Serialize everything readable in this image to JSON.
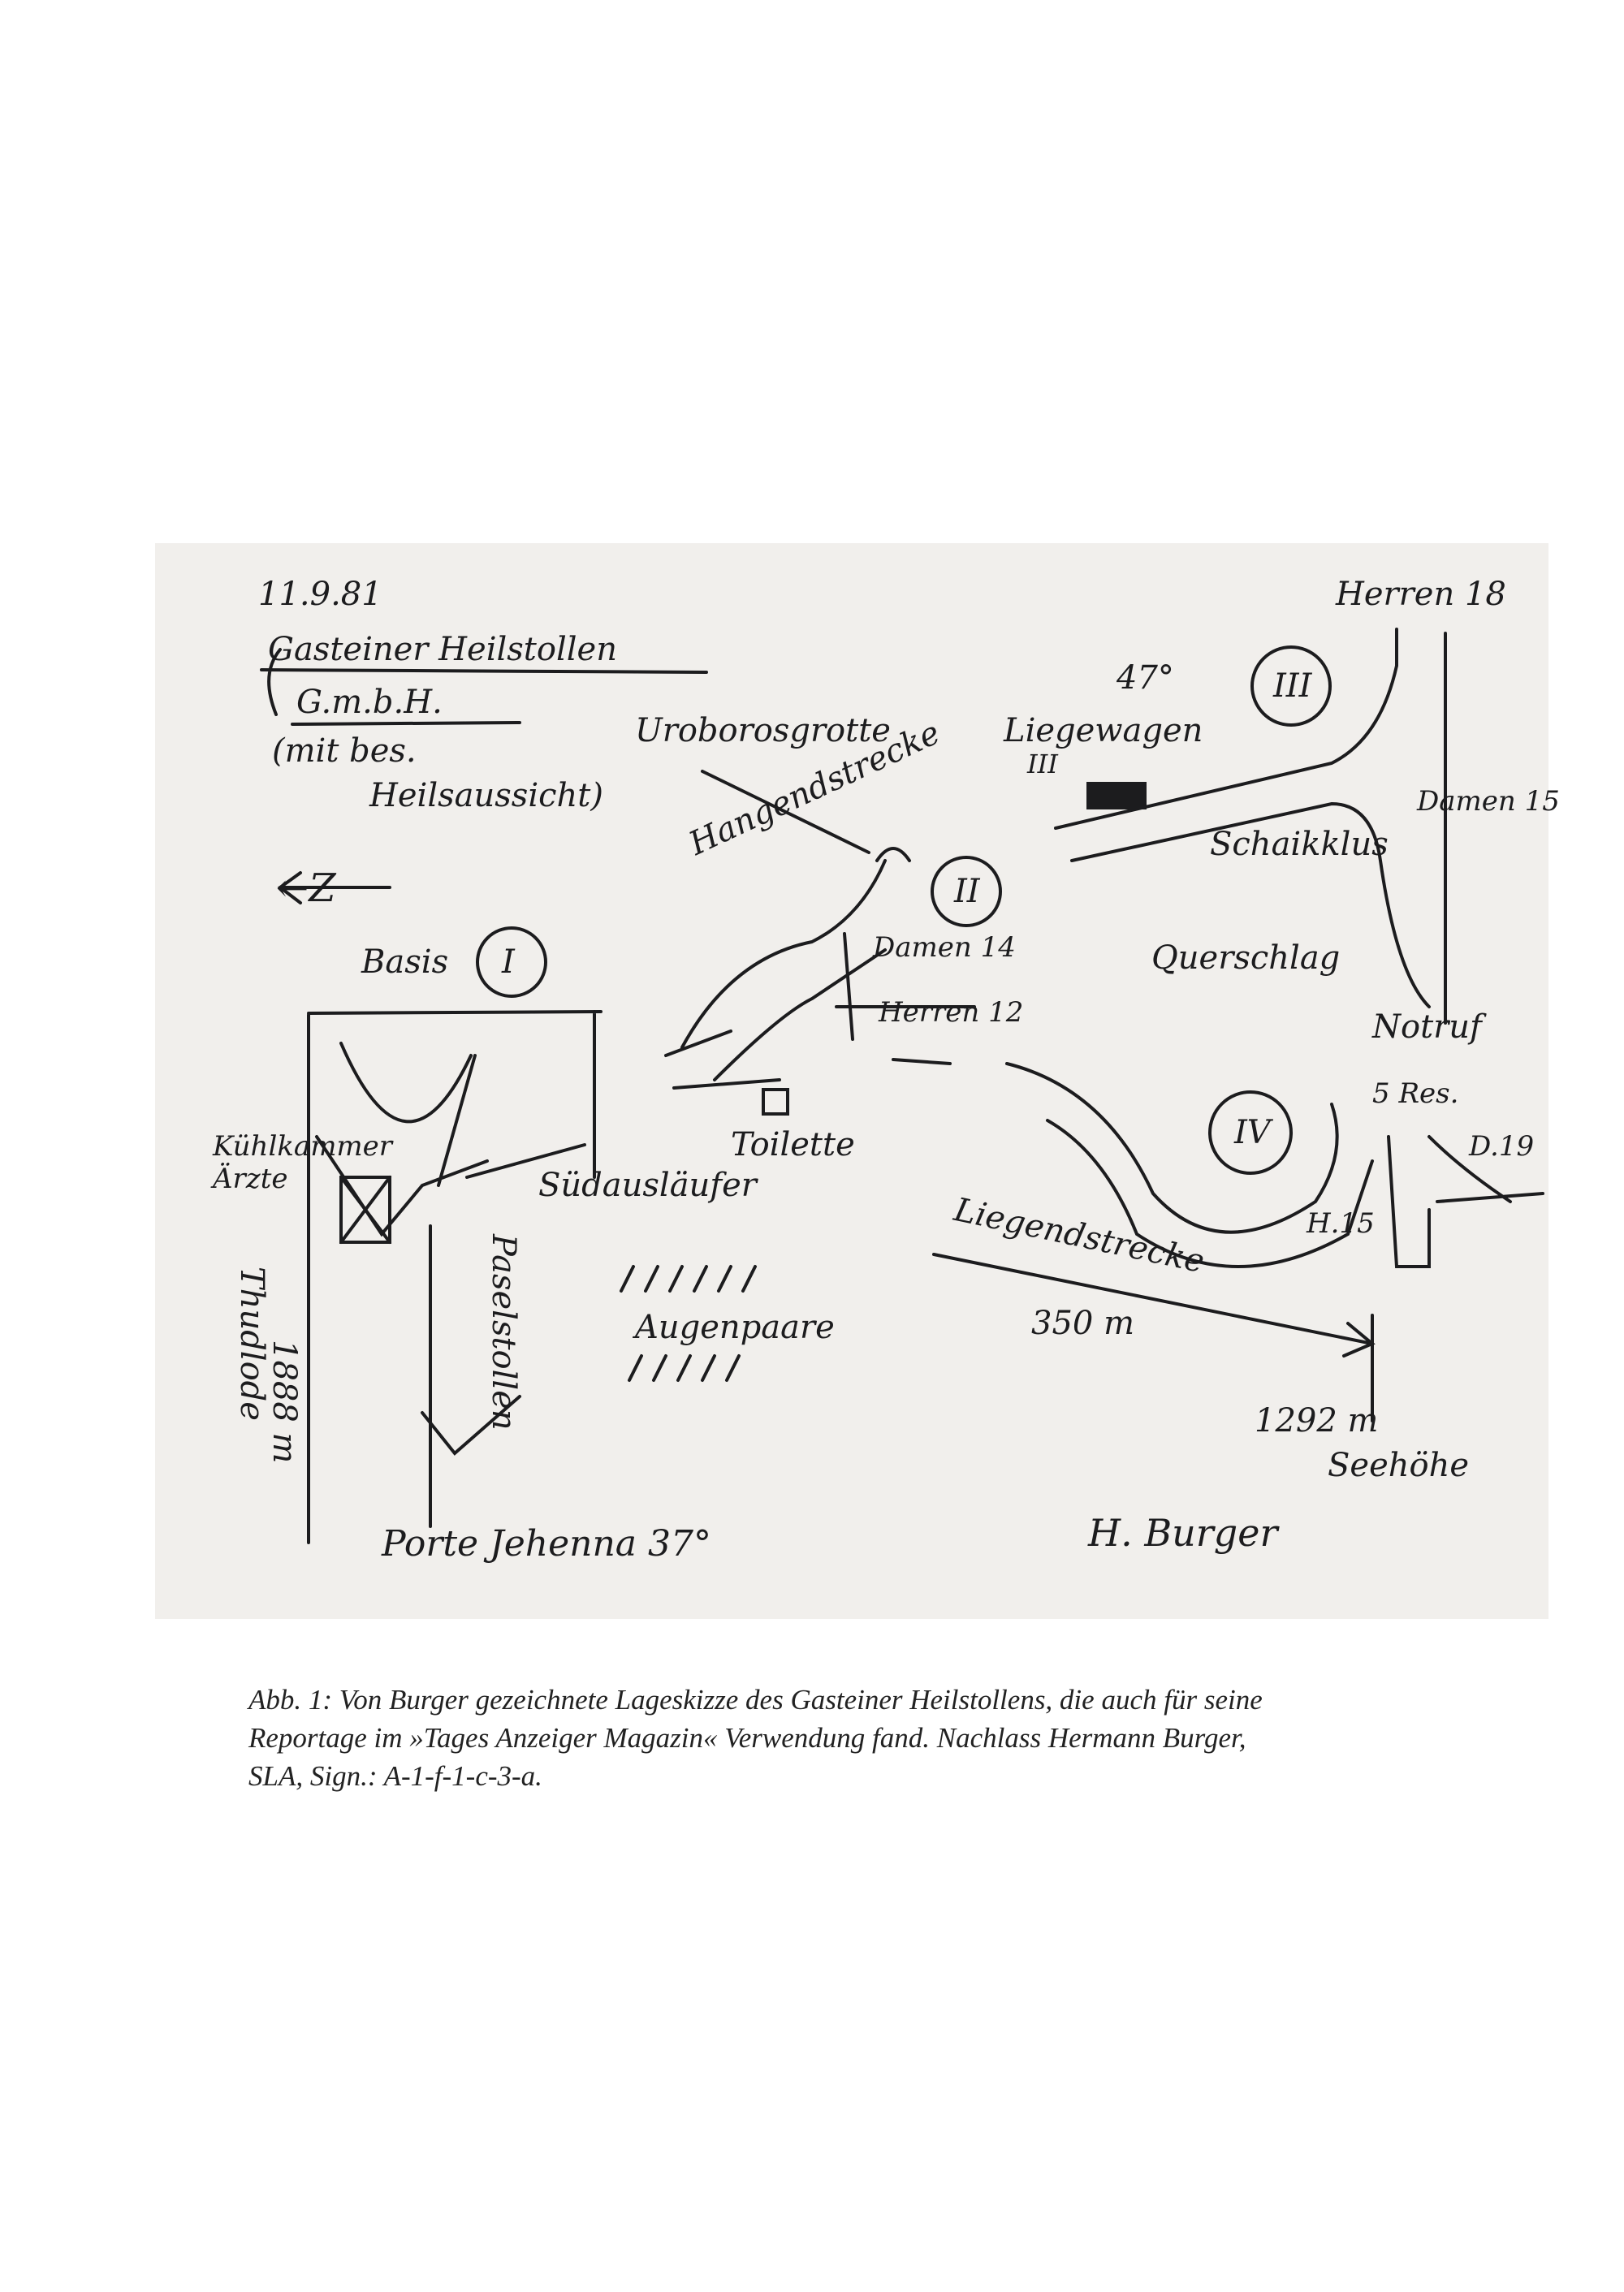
{
  "figure": {
    "sketch_labels": {
      "date": "11.9.81",
      "title_line1": "Gasteiner Heilstollen",
      "title_line2": "G.m.b.H.",
      "subtitle_line1": "(mit bes.",
      "subtitle_line2": "Heilsaussicht)",
      "uroborosgrotte": "Uroborosgrotte",
      "liegewagen": "Liegewagen",
      "liegewagen_num": "III",
      "temp_47": "47°",
      "station_3": "III",
      "herren_18": "Herren 18",
      "damen_15": "Damen 15",
      "schaukelklus": "Schaikklus",
      "hangendstrecke": "Hangendstrecke",
      "station_2": "II",
      "damen_14": "Damen 14",
      "herren_12": "Herren 12",
      "querschlag": "Querschlag",
      "notruf": "Notruf",
      "res": "5 Res.",
      "d19": "D.19",
      "h15": "H.15",
      "station_4": "IV",
      "north": "←Z",
      "basis": "Basis",
      "station_1": "I",
      "kuehlkammer": "Kühlkammer",
      "aerzte": "Ärzte",
      "toilette": "Toilette",
      "suedauslaeufer": "Südausläufer",
      "liegendstrecke": "Liegendstrecke",
      "augenpaare": "Augenpaare",
      "paselstollen": "Paselstollen",
      "thudlode": "Thudlode",
      "depth_1888": "1888 m",
      "distance_350": "350 m",
      "altitude": "1292 m",
      "seehoehe": "Seehöhe",
      "porte": "Porte Jehenna 37°",
      "signature": "H. Burger"
    },
    "caption": {
      "line1": "Abb. 1: Von Burger gezeichnete Lageskizze des Gasteiner Heilstollens, die auch für seine",
      "line2": "Reportage im »Tages Anzeiger Magazin« Verwendung fand. Nachlass Hermann Burger,",
      "line3": "SLA, Sign.: A-1-f-1-c-3-a."
    }
  }
}
